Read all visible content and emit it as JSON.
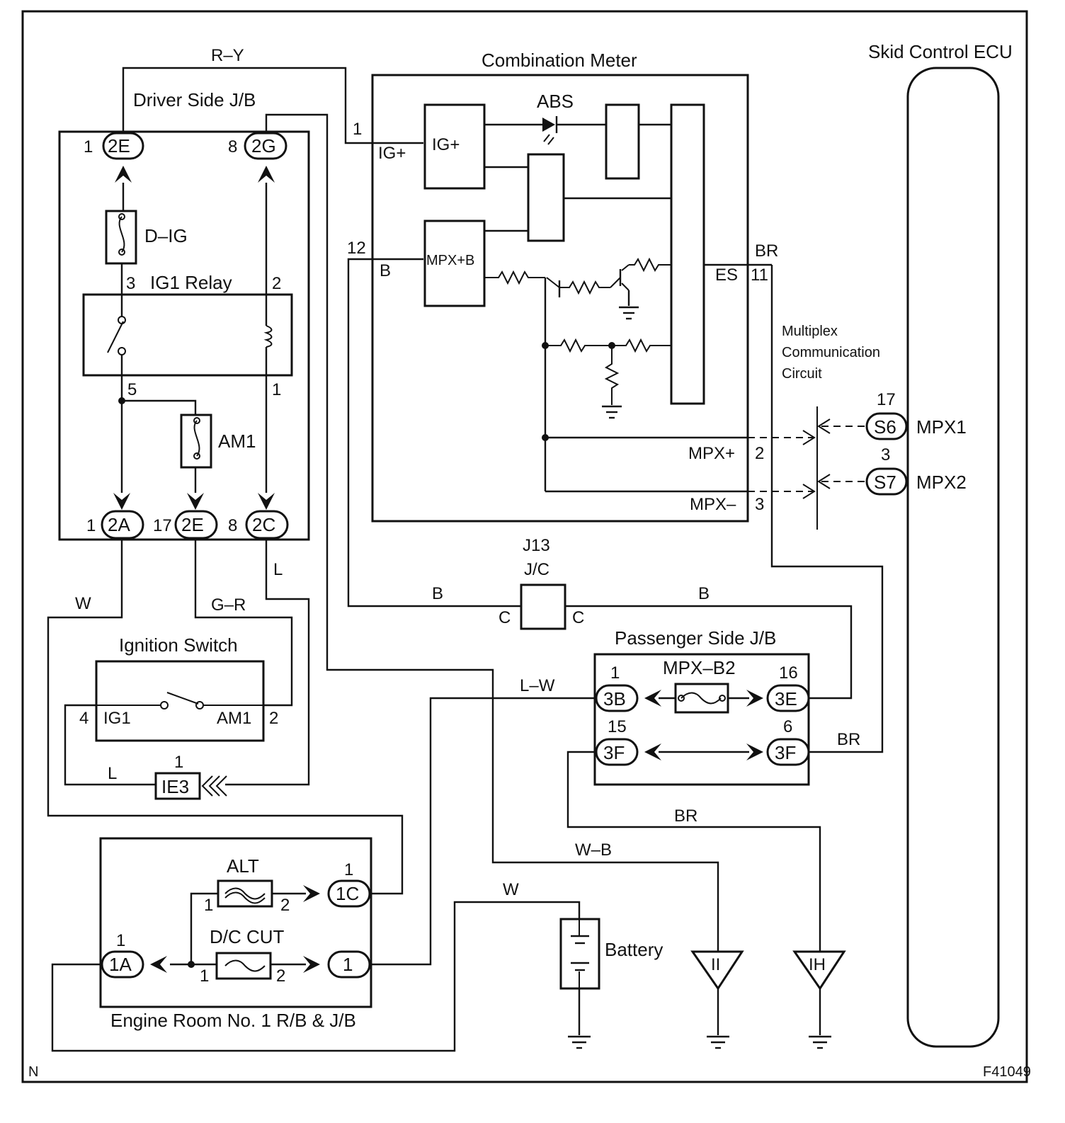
{
  "components": {
    "combination_meter": "Combination Meter",
    "skid_control_ecu": "Skid Control ECU",
    "driver_side_jb": "Driver Side J/B",
    "passenger_side_jb": "Passenger Side J/B",
    "ignition_switch": "Ignition Switch",
    "engine_room_rb": "Engine Room No. 1 R/B & J/B",
    "ig1_relay": "IG1 Relay",
    "battery": "Battery",
    "j13": "J13",
    "jc": "J/C",
    "multiplex": [
      "Multiplex",
      "Communication",
      "Circuit"
    ]
  },
  "fuses": {
    "d_ig": "D–IG",
    "am1": "AM1",
    "mpx_b2": "MPX–B2",
    "alt": "ALT",
    "dc_cut": "D/C CUT"
  },
  "connectors": {
    "c2E_top": "2E",
    "c2G": "2G",
    "c2A": "2A",
    "c2E_bot": "2E",
    "c2C": "2C",
    "c3B": "3B",
    "c3E": "3E",
    "c3F_l": "3F",
    "c3F_r": "3F",
    "c1C": "1C",
    "c1A": "1A",
    "c1": "1",
    "IE3": "IE3",
    "S6": "S6",
    "S7": "S7",
    "II": "II",
    "IH": "IH"
  },
  "wires": {
    "ry": "R–Y",
    "w": "W",
    "gr": "G–R",
    "l": "L",
    "l2": "L",
    "b1": "B",
    "b2": "B",
    "b3": "B",
    "br1": "BR",
    "br2": "BR",
    "br3": "BR",
    "lw": "L–W",
    "wb": "W–B",
    "w2": "W"
  },
  "terminals": {
    "ig_plus_in": "IG+",
    "ig_plus_box": "IG+",
    "mpx_b": "MPX+B",
    "abs": "ABS",
    "es": "ES",
    "mpx_plus": "MPX+",
    "mpx_minus": "MPX–",
    "mpx1": "MPX1",
    "mpx2": "MPX2",
    "ig1": "IG1",
    "am1_sw": "AM1",
    "c": "C",
    "c2": "C"
  },
  "pins": {
    "p1_2E": "1",
    "p8_2G": "8",
    "p3": "3",
    "p2": "2",
    "p5": "5",
    "p1r": "1",
    "p1_2A": "1",
    "p17_2E": "17",
    "p8_2C": "8",
    "m1": "1",
    "m12": "12",
    "m11": "11",
    "m2": "2",
    "m3": "3",
    "e17": "17",
    "e3": "3",
    "pb1": "1",
    "pb16": "16",
    "pb15": "15",
    "pb6": "6",
    "s4": "4",
    "s2": "2",
    "ie3_1": "1",
    "alt1": "1",
    "alt2": "2",
    "c1C_1": "1",
    "c1A_1": "1",
    "dc1": "1",
    "dc2": "2"
  },
  "corner": {
    "left": "N",
    "right": "F41049"
  }
}
